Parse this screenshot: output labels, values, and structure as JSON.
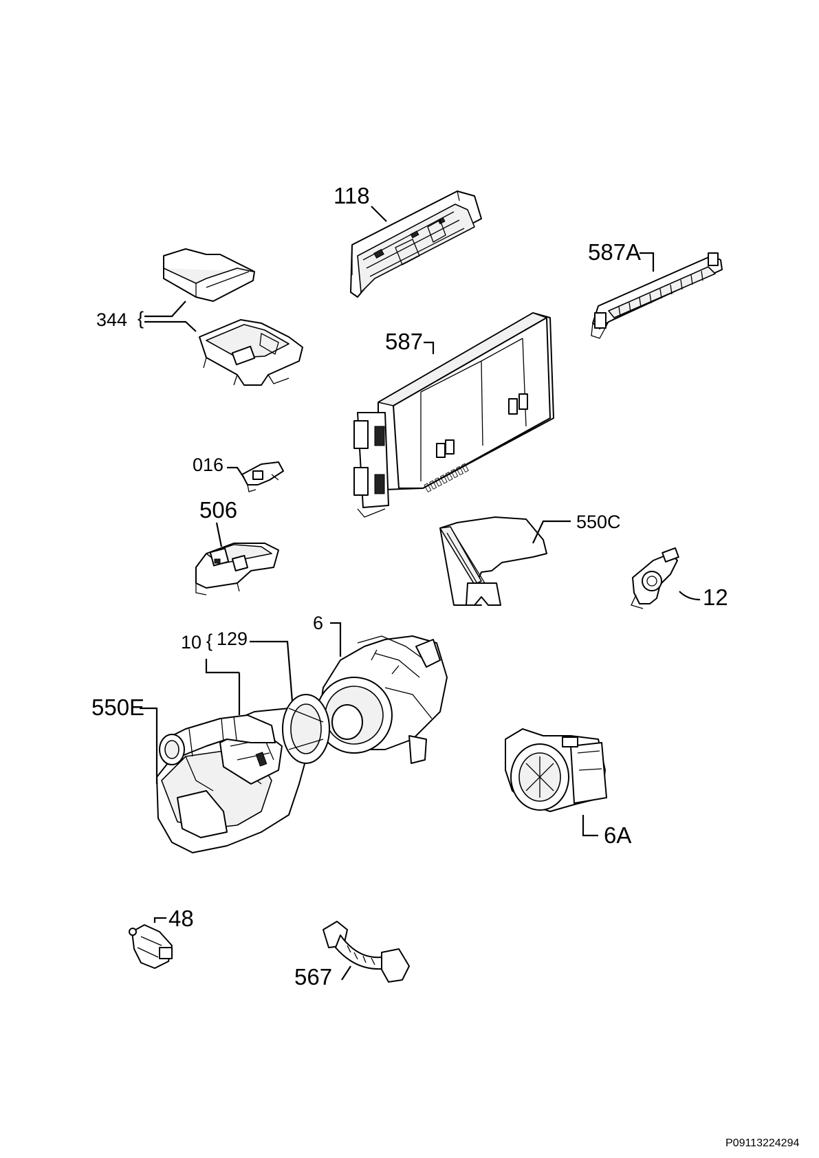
{
  "labels": {
    "p118": "118",
    "p587a": "587A",
    "p344": "344",
    "p587": "587",
    "p016": "016",
    "p506": "506",
    "p550c": "550C",
    "p12": "12",
    "p10": "10",
    "p129": "129",
    "p6": "6",
    "p550e": "550E",
    "p6a": "6A",
    "p48": "48",
    "p567": "567"
  },
  "document_code": "P09113224294"
}
